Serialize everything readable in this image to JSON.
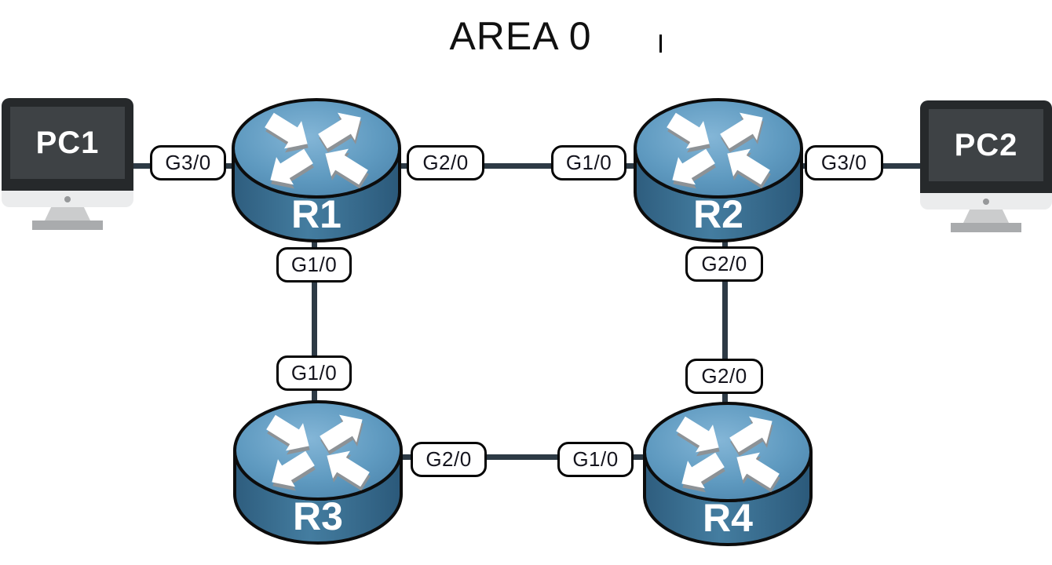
{
  "title": "AREA 0",
  "devices": {
    "pc1": {
      "label": "PC1",
      "type": "pc"
    },
    "pc2": {
      "label": "PC2",
      "type": "pc"
    },
    "r1": {
      "label": "R1",
      "type": "router"
    },
    "r2": {
      "label": "R2",
      "type": "router"
    },
    "r3": {
      "label": "R3",
      "type": "router"
    },
    "r4": {
      "label": "R4",
      "type": "router"
    }
  },
  "interface_labels": [
    {
      "link": "PC1-R1",
      "side": "R1",
      "text": "G3/0"
    },
    {
      "link": "R1-R2",
      "side": "R1",
      "text": "G2/0"
    },
    {
      "link": "R1-R2",
      "side": "R2",
      "text": "G1/0"
    },
    {
      "link": "R2-PC2",
      "side": "R2",
      "text": "G3/0"
    },
    {
      "link": "R1-R3",
      "side": "R1",
      "text": "G1/0"
    },
    {
      "link": "R1-R3",
      "side": "R3",
      "text": "G1/0"
    },
    {
      "link": "R2-R4",
      "side": "R2",
      "text": "G2/0"
    },
    {
      "link": "R2-R4",
      "side": "R4",
      "text": "G2/0"
    },
    {
      "link": "R3-R4",
      "side": "R3",
      "text": "G2/0"
    },
    {
      "link": "R3-R4",
      "side": "R4",
      "text": "G1/0"
    }
  ],
  "links": [
    {
      "from": "PC1",
      "to": "R1"
    },
    {
      "from": "R1",
      "to": "R2"
    },
    {
      "from": "R2",
      "to": "PC2"
    },
    {
      "from": "R1",
      "to": "R3"
    },
    {
      "from": "R2",
      "to": "R4"
    },
    {
      "from": "R3",
      "to": "R4"
    }
  ],
  "colors": {
    "router_top_fill": "#5f9ac0",
    "router_body_fill": "#3a7092",
    "link_line": "#2d3a45",
    "label_border": "#050505",
    "label_text": "#14141d",
    "title_text": "#111111",
    "monitor_frame": "#26292b",
    "monitor_screen": "#3e4245"
  }
}
